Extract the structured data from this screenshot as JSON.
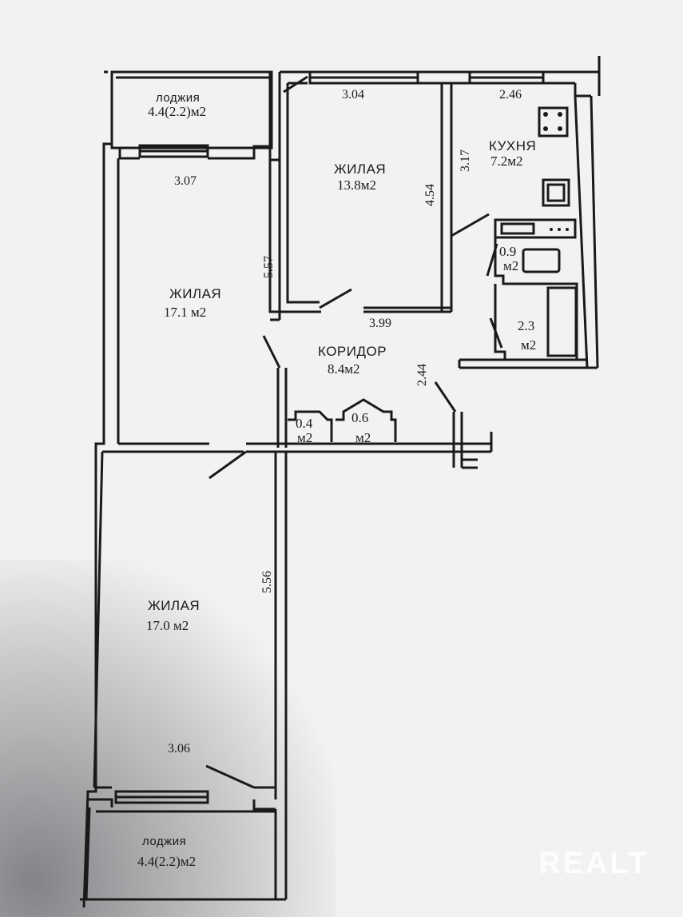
{
  "rooms": {
    "loggia_top": {
      "name": "лоджия",
      "area": "4.4(2.2)м2"
    },
    "living_center": {
      "name": "ЖИЛАЯ",
      "area": "13.8м2"
    },
    "kitchen": {
      "name": "КУХНЯ",
      "area": "7.2м2"
    },
    "living_left": {
      "name": "ЖИЛАЯ",
      "area": "17.1 м2"
    },
    "corridor": {
      "name": "КОРИДОР",
      "area": "8.4м2"
    },
    "wc": {
      "value": "0.9",
      "unit": "м2"
    },
    "bath": {
      "value": "2.3",
      "unit": "м2"
    },
    "closet1": {
      "value": "0.4",
      "unit": "м2"
    },
    "closet2": {
      "value": "0.6",
      "unit": "м2"
    },
    "living_bottom": {
      "name": "ЖИЛАЯ",
      "area": "17.0 м2"
    },
    "loggia_bottom": {
      "name": "лоджия",
      "area": "4.4(2.2)м2"
    }
  },
  "dimensions": {
    "top_center": "3.04",
    "top_kitchen": "2.46",
    "kitchen_side": "3.17",
    "center_side": "4.54",
    "left_top": "3.07",
    "left_side": "5.57",
    "center_bottom": "3.99",
    "corridor_side": "2.44",
    "bottom_side": "5.56",
    "bottom_width": "3.06"
  },
  "watermark": "REALT",
  "colors": {
    "paper": "#f3f2f0",
    "ink": "#1a1a1a"
  }
}
